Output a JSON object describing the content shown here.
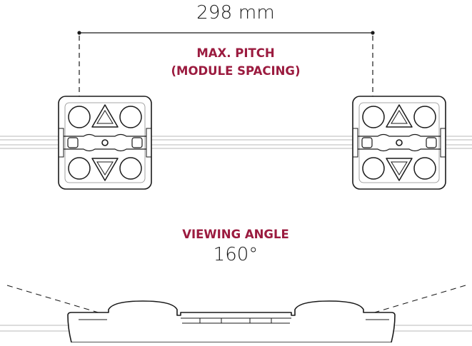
{
  "pitch": {
    "value": "298 mm",
    "caption_line1": "MAX. PITCH",
    "caption_line2": "(MODULE SPACING)"
  },
  "viewing_angle": {
    "caption": "VIEWING ANGLE",
    "value": "160°"
  },
  "colors": {
    "accent": "#9b1b3f",
    "line": "#1a1a1a",
    "rail": "#b5b5b5"
  }
}
